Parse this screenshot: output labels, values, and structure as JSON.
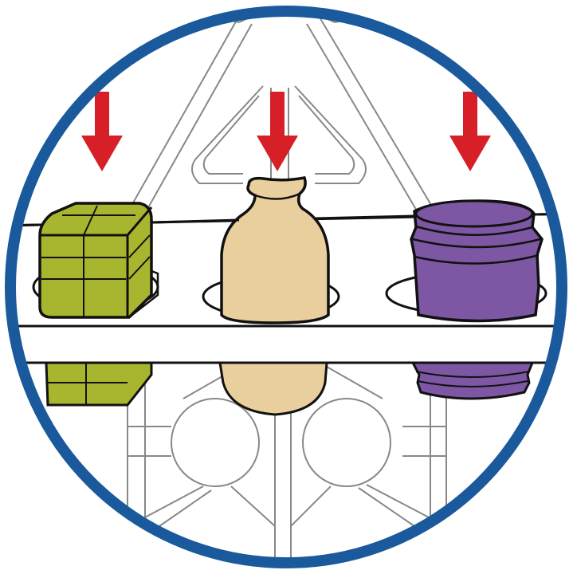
{
  "diagram": {
    "kind": "loading-instruction-illustration",
    "icons": {
      "frame": "circle-badge",
      "arrows": [
        "down-arrow-icon",
        "down-arrow-icon",
        "down-arrow-icon"
      ],
      "items": [
        "cube-container",
        "bottle-vase",
        "jar-container"
      ],
      "structure": "holder-rack"
    },
    "arrow_count": 3,
    "slot_count": 3,
    "colors": {
      "frame": "#1a5a9c",
      "arrow": "#d61f26",
      "cube": "#a8b52f",
      "bottle": "#e8cf9d",
      "jar": "#7d57a3",
      "outline": "#111111",
      "rack": "#888888",
      "background": "#ffffff"
    }
  }
}
